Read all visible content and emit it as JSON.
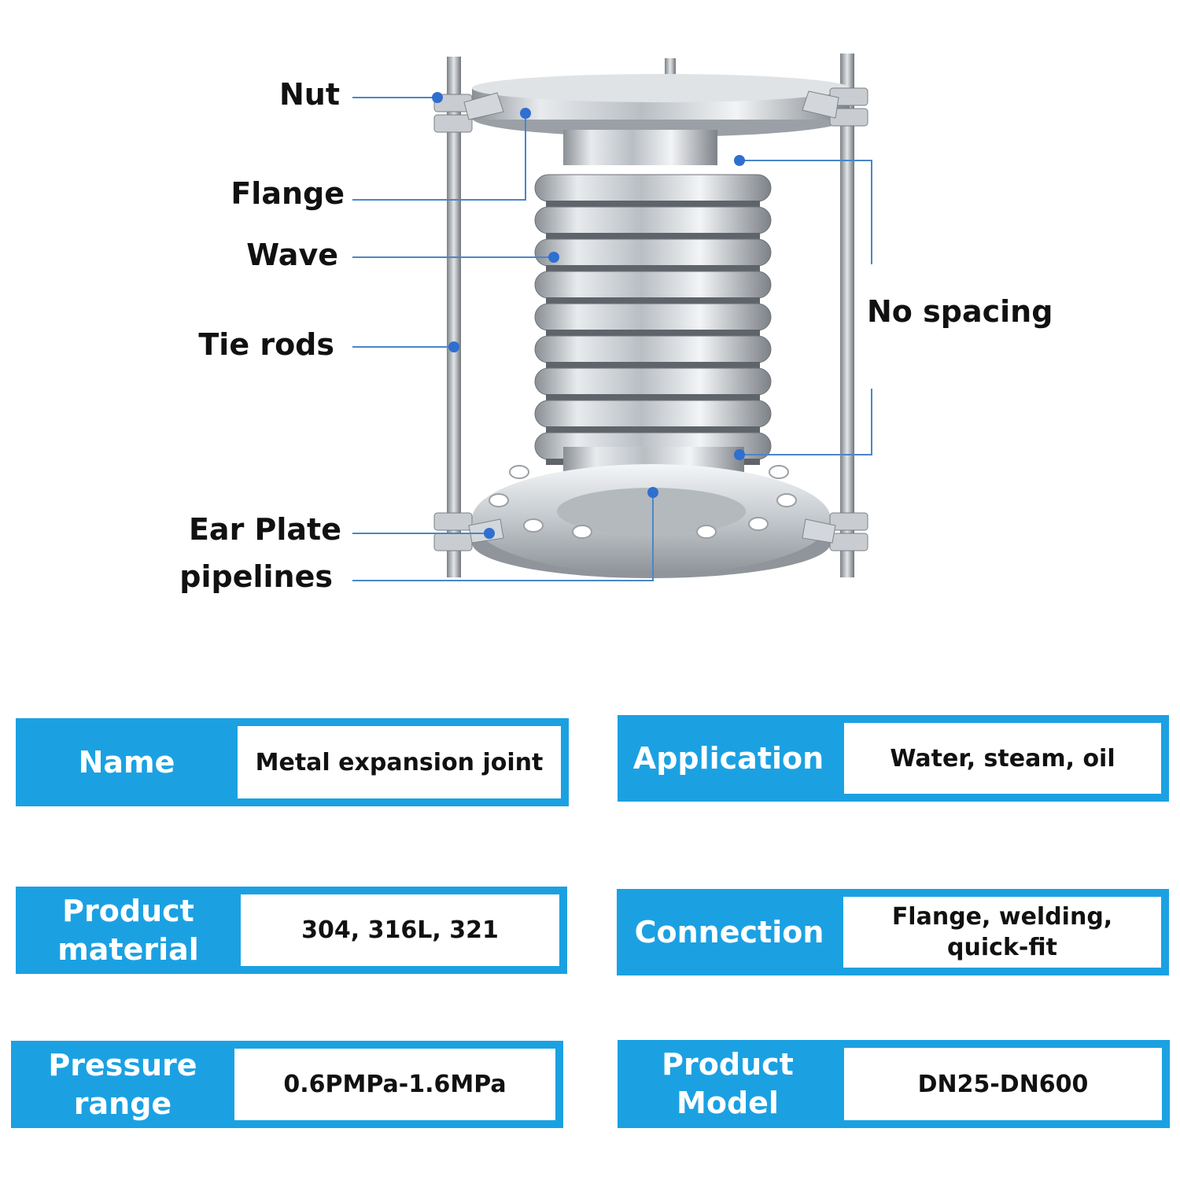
{
  "labels": {
    "nut": "Nut",
    "flange": "Flange",
    "wave": "Wave",
    "tie_rods": "Tie rods",
    "ear_plate": "Ear Plate",
    "pipelines": "pipelines",
    "no_spacing": "No spacing"
  },
  "specs": {
    "name": {
      "key": "Name",
      "value": "Metal expansion joint"
    },
    "application": {
      "key": "Application",
      "value": "Water, steam, oil"
    },
    "material": {
      "key_line1": "Product",
      "key_line2": "material",
      "value": "304, 316L, 321"
    },
    "connection": {
      "key": "Connection",
      "value_line1": "Flange, welding,",
      "value_line2": "quick-fit"
    },
    "pressure": {
      "key_line1": "Pressure",
      "key_line2": "range",
      "value": "0.6PMPa-1.6MPa"
    },
    "model": {
      "key_line1": "Product",
      "key_line2": "Model",
      "value": "DN25-DN600"
    }
  },
  "colors": {
    "accent": "#1ba1e2",
    "callout_line": "#4a86c8",
    "dot": "#2f6fd0"
  }
}
